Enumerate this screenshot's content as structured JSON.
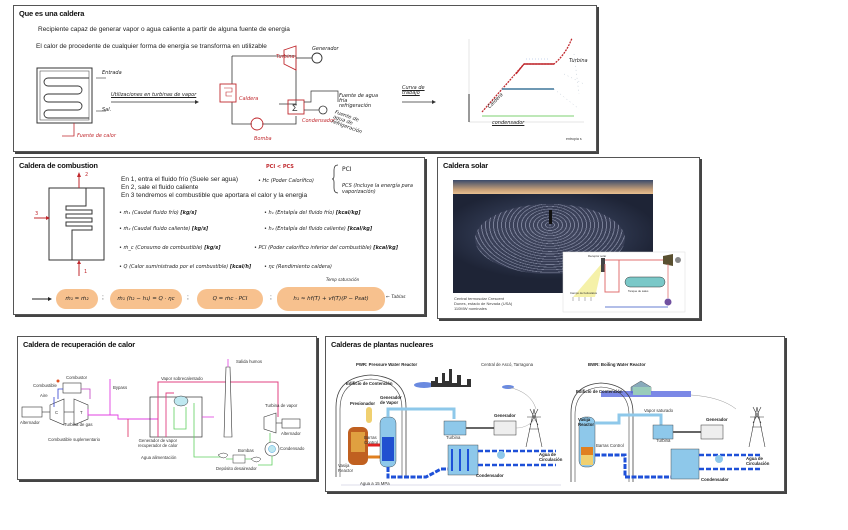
{
  "panels": {
    "intro": {
      "title": "Que es una caldera",
      "lines": [
        "Recipiente capaz de generar vapor o agua caliente a partir de alguna fuente de energia",
        "El calor de procedente de cualquier forma de energia se transforma en utilizable"
      ],
      "sketch_labels": {
        "agua_in": "Entrada",
        "agua_out": "Sal.",
        "heat_source": "Fuente de calor",
        "arrow_text": "Utilizaciones en turbinas de vapor",
        "turbine": "Turbina",
        "generator": "Generador",
        "boiler": "Caldera",
        "condenser": "Condensador",
        "pump": "Bomba",
        "cooling": "Fuente de agua fria refrigeración",
        "cooling_note": "Fuente de agua de refrigeración",
        "curve_arrow": "Curva de trabajo"
      },
      "ts_diagram": {
        "labels": [
          "Turbina",
          "Caldera",
          "condensador"
        ],
        "axis_x": "entropía s",
        "colors": {
          "heating": "#c0282d",
          "boiling": "#5a8aa8",
          "condensing": "#a8e0a0"
        }
      }
    },
    "combustion": {
      "title": "Caldera de combustion",
      "points": [
        "1",
        "2",
        "3"
      ],
      "steps": [
        "En 1, entra el fluido frío (Suele ser agua)",
        "En 2, sale el fluido caliente",
        "En 3 tendremos el combustible que aportara el calor y la energia"
      ],
      "pc_compare": "PCI < PCS",
      "pc_def": "• Hc (Poder Calorífico)",
      "pci": "PCI",
      "pcs": "PCS (Incluye la energía para vaporización)",
      "vars_left": [
        {
          "sym": "• ṁ₁ (Caudal fluido frío)",
          "unit": "[kg/s]"
        },
        {
          "sym": "• ṁ₂ (Caudal fluido caliente)",
          "unit": "[kg/s]"
        },
        {
          "sym": "• ṁ_c (Consumo de combustible)",
          "unit": "[kg/s]"
        },
        {
          "sym": "• Q (Calor suministrado por el combustible)",
          "unit": "[kcal/h]"
        }
      ],
      "vars_right": [
        {
          "sym": "• h₁ (Entalpía del fluido frío)",
          "unit": "[kcal/kg]"
        },
        {
          "sym": "• h₂ (Entalpía del fluido caliente)",
          "unit": "[kcal/kg]"
        },
        {
          "sym": "• PCI (Poder calorífico inferior del combustible)",
          "unit": "[kcal/kg]"
        },
        {
          "sym": "• ηc (Rendimiento caldera)",
          "unit": ""
        }
      ],
      "equations": [
        "ṁ₁ = ṁ₂",
        "ṁ₁ (h₂ − h₁) = Q · ηc",
        "Q = ṁc · PCI",
        "h₁ ≈ hf(T) + vf(T)(P − Psat)"
      ],
      "equation_note": "Temp saturación",
      "equation_tail": "← Tablas"
    },
    "solar": {
      "title": "Caldera solar",
      "caption": "Central termosolar Crescent\nDunes, estado de Nevada (USA)\n110MW nominales",
      "diagram_labels": [
        "Receptor solar",
        "Campo de heliostatos",
        "Tanque de sales"
      ]
    },
    "recovery": {
      "title": "Caldera de recuperación de calor",
      "labels": {
        "combustor": "Combustor",
        "combustible": "Combustible",
        "aire": "Aire",
        "alternador_left": "Alternador",
        "turbina_gas": "Turbina de gas",
        "bypass": "Bypass",
        "comb_supl": "Combustible suplementario",
        "vapor_sobre": "Vapor sobrecalentado",
        "salida_humos": "Salida humos",
        "turbina_vapor": "Turbina de vapor",
        "alternador_right": "Alternador",
        "condensado": "Condensado",
        "generador": "Generador de vapor\nrecuperador de calor",
        "agua": "Agua alimentación",
        "bombas": "Bombas",
        "deposito": "Depósito desaireador",
        "c": "C",
        "t": "T"
      }
    },
    "nuclear": {
      "title": "Calderas de plantas nucleares",
      "pwr": {
        "heading": "PWR: Pressure Water Reactor",
        "site": "Central de Ascó, Tarragona",
        "labels": {
          "edificio": "Edificio de Contención",
          "presionador": "Presionador",
          "generador_vapor": "Generador de Vapor",
          "barras": "Barras Control",
          "vasija": "Vasija Reactor",
          "generador": "Generador",
          "turbina": "Turbina",
          "condensador": "Condensador",
          "agua_circ": "Agua de Circulación",
          "agua_mpa": "Agua a 15 MPa"
        }
      },
      "bwr": {
        "heading": "BWR: Boiling Water Reactor",
        "labels": {
          "edificio": "Edificio de Contención",
          "vapor": "Vapor saturado",
          "vasija": "Vasija Reactor",
          "barras": "Barras Control",
          "generador": "Generador",
          "turbina": "Turbina",
          "condensador": "Condensador",
          "agua_circ": "Agua de Circulación"
        }
      }
    }
  },
  "colors": {
    "ink_red": "#c0282d",
    "highlight": "#f7c18e",
    "pipe_blue": "#1e50d8",
    "pipe_light": "#8ec8ea",
    "pink": "#e040a0",
    "green": "#7ad67a"
  }
}
